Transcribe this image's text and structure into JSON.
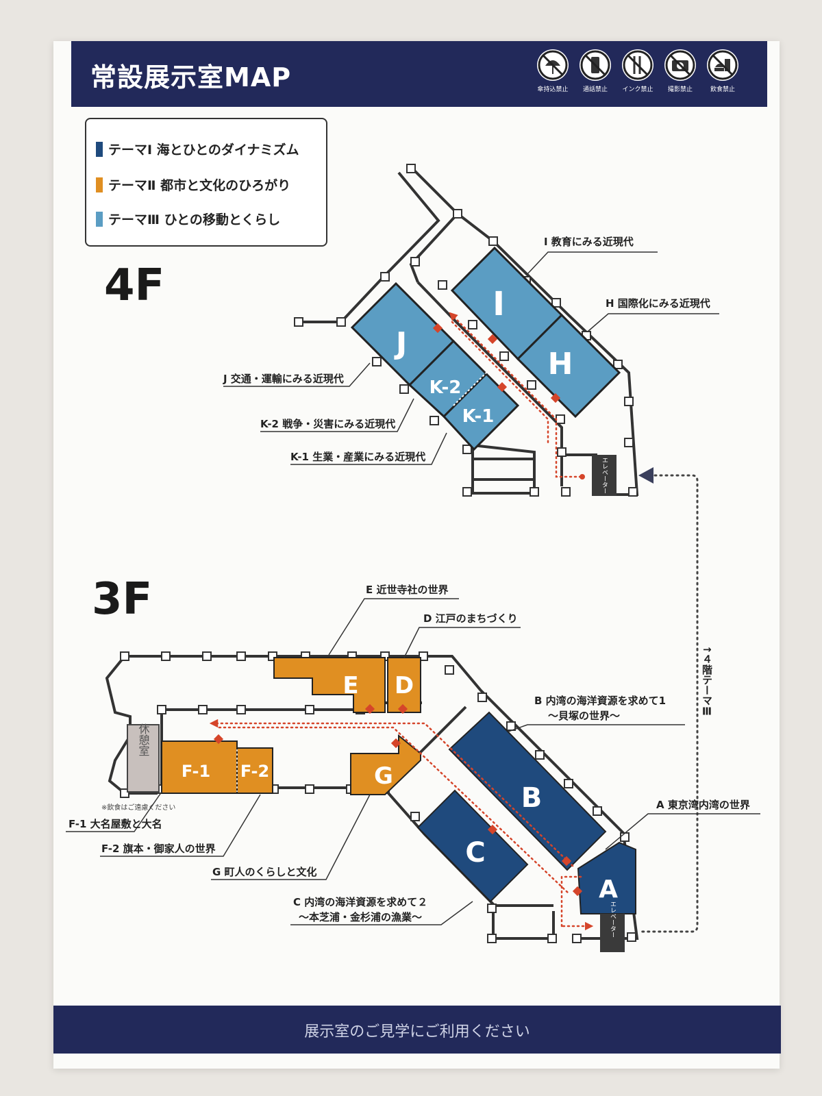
{
  "header": {
    "title": "常設展示室MAP",
    "rules": [
      {
        "icon": "no-umbrella-icon",
        "label": "傘持込禁止"
      },
      {
        "icon": "no-phone-icon",
        "label": "通話禁止"
      },
      {
        "icon": "no-ink-icon",
        "label": "インク禁止"
      },
      {
        "icon": "no-camera-icon",
        "label": "撮影禁止"
      },
      {
        "icon": "no-food-icon",
        "label": "飲食禁止"
      }
    ]
  },
  "legend": {
    "theme1": {
      "label": "テーマⅠ 海とひとのダイナミズム",
      "color": "#1f4a7d"
    },
    "theme2": {
      "label": "テーマⅡ 都市と文化のひろがり",
      "color": "#e08f22"
    },
    "theme3": {
      "label": "テーマⅢ ひとの移動とくらし",
      "color": "#5b9dc3"
    }
  },
  "floors": {
    "f4": {
      "name": "4F",
      "rooms": {
        "I": "I",
        "H": "H",
        "J": "J",
        "K2": "K-2",
        "K1": "K-1"
      },
      "labels": {
        "I": "I 教育にみる近現代",
        "H": "H 国際化にみる近現代",
        "J": "J 交通・運輸にみる近現代",
        "K2": "K-2 戦争・災害にみる近現代",
        "K1": "K-1 生業・産業にみる近現代"
      },
      "elevator": "エレベーター"
    },
    "f3": {
      "name": "3F",
      "rooms": {
        "A": "A",
        "B": "B",
        "C": "C",
        "D": "D",
        "E": "E",
        "F1": "F-1",
        "F2": "F-2",
        "G": "G",
        "rest": "休憩室"
      },
      "labels": {
        "E": "E 近世寺社の世界",
        "D": "D 江戸のまちづくり",
        "B1": "B 内湾の海洋資源を求めて1",
        "B2": "〜貝塚の世界〜",
        "A": "A 東京湾内湾の世界",
        "F1": "F-1 大名屋敷と大名",
        "F2": "F-2 旗本・御家人の世界",
        "G": "G 町人のくらしと文化",
        "C1": "C 内湾の海洋資源を求めて２",
        "C2": "〜本芝浦・金杉浦の漁業〜"
      },
      "rest_note": "※飲食はご遠慮ください",
      "elevator": "エレベーター"
    }
  },
  "connector": {
    "line1": "↑４階テーマⅢ"
  },
  "footer": {
    "text": "展示室のご見学にご利用ください"
  }
}
